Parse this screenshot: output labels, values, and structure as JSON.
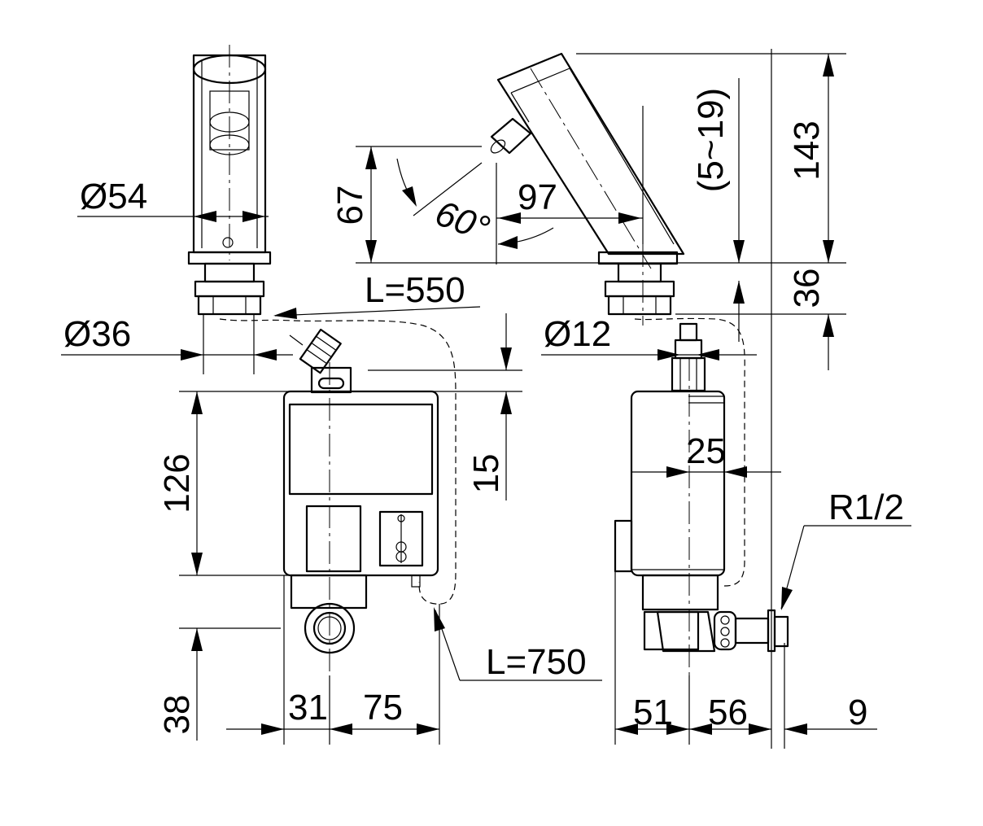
{
  "dimensions": {
    "phi54": "Ø54",
    "phi36": "Ø36",
    "phi12": "Ø12",
    "d67": "67",
    "angle60": "60°",
    "d97": "97",
    "range5_19": "(5~19)",
    "d143": "143",
    "d36": "36",
    "l550": "L=550",
    "d15": "15",
    "d126": "126",
    "d25": "25",
    "r12": "R1/2",
    "l750": "L=750",
    "d38": "38",
    "d31": "31",
    "d75": "75",
    "d51": "51",
    "d56": "56",
    "d9": "9"
  }
}
